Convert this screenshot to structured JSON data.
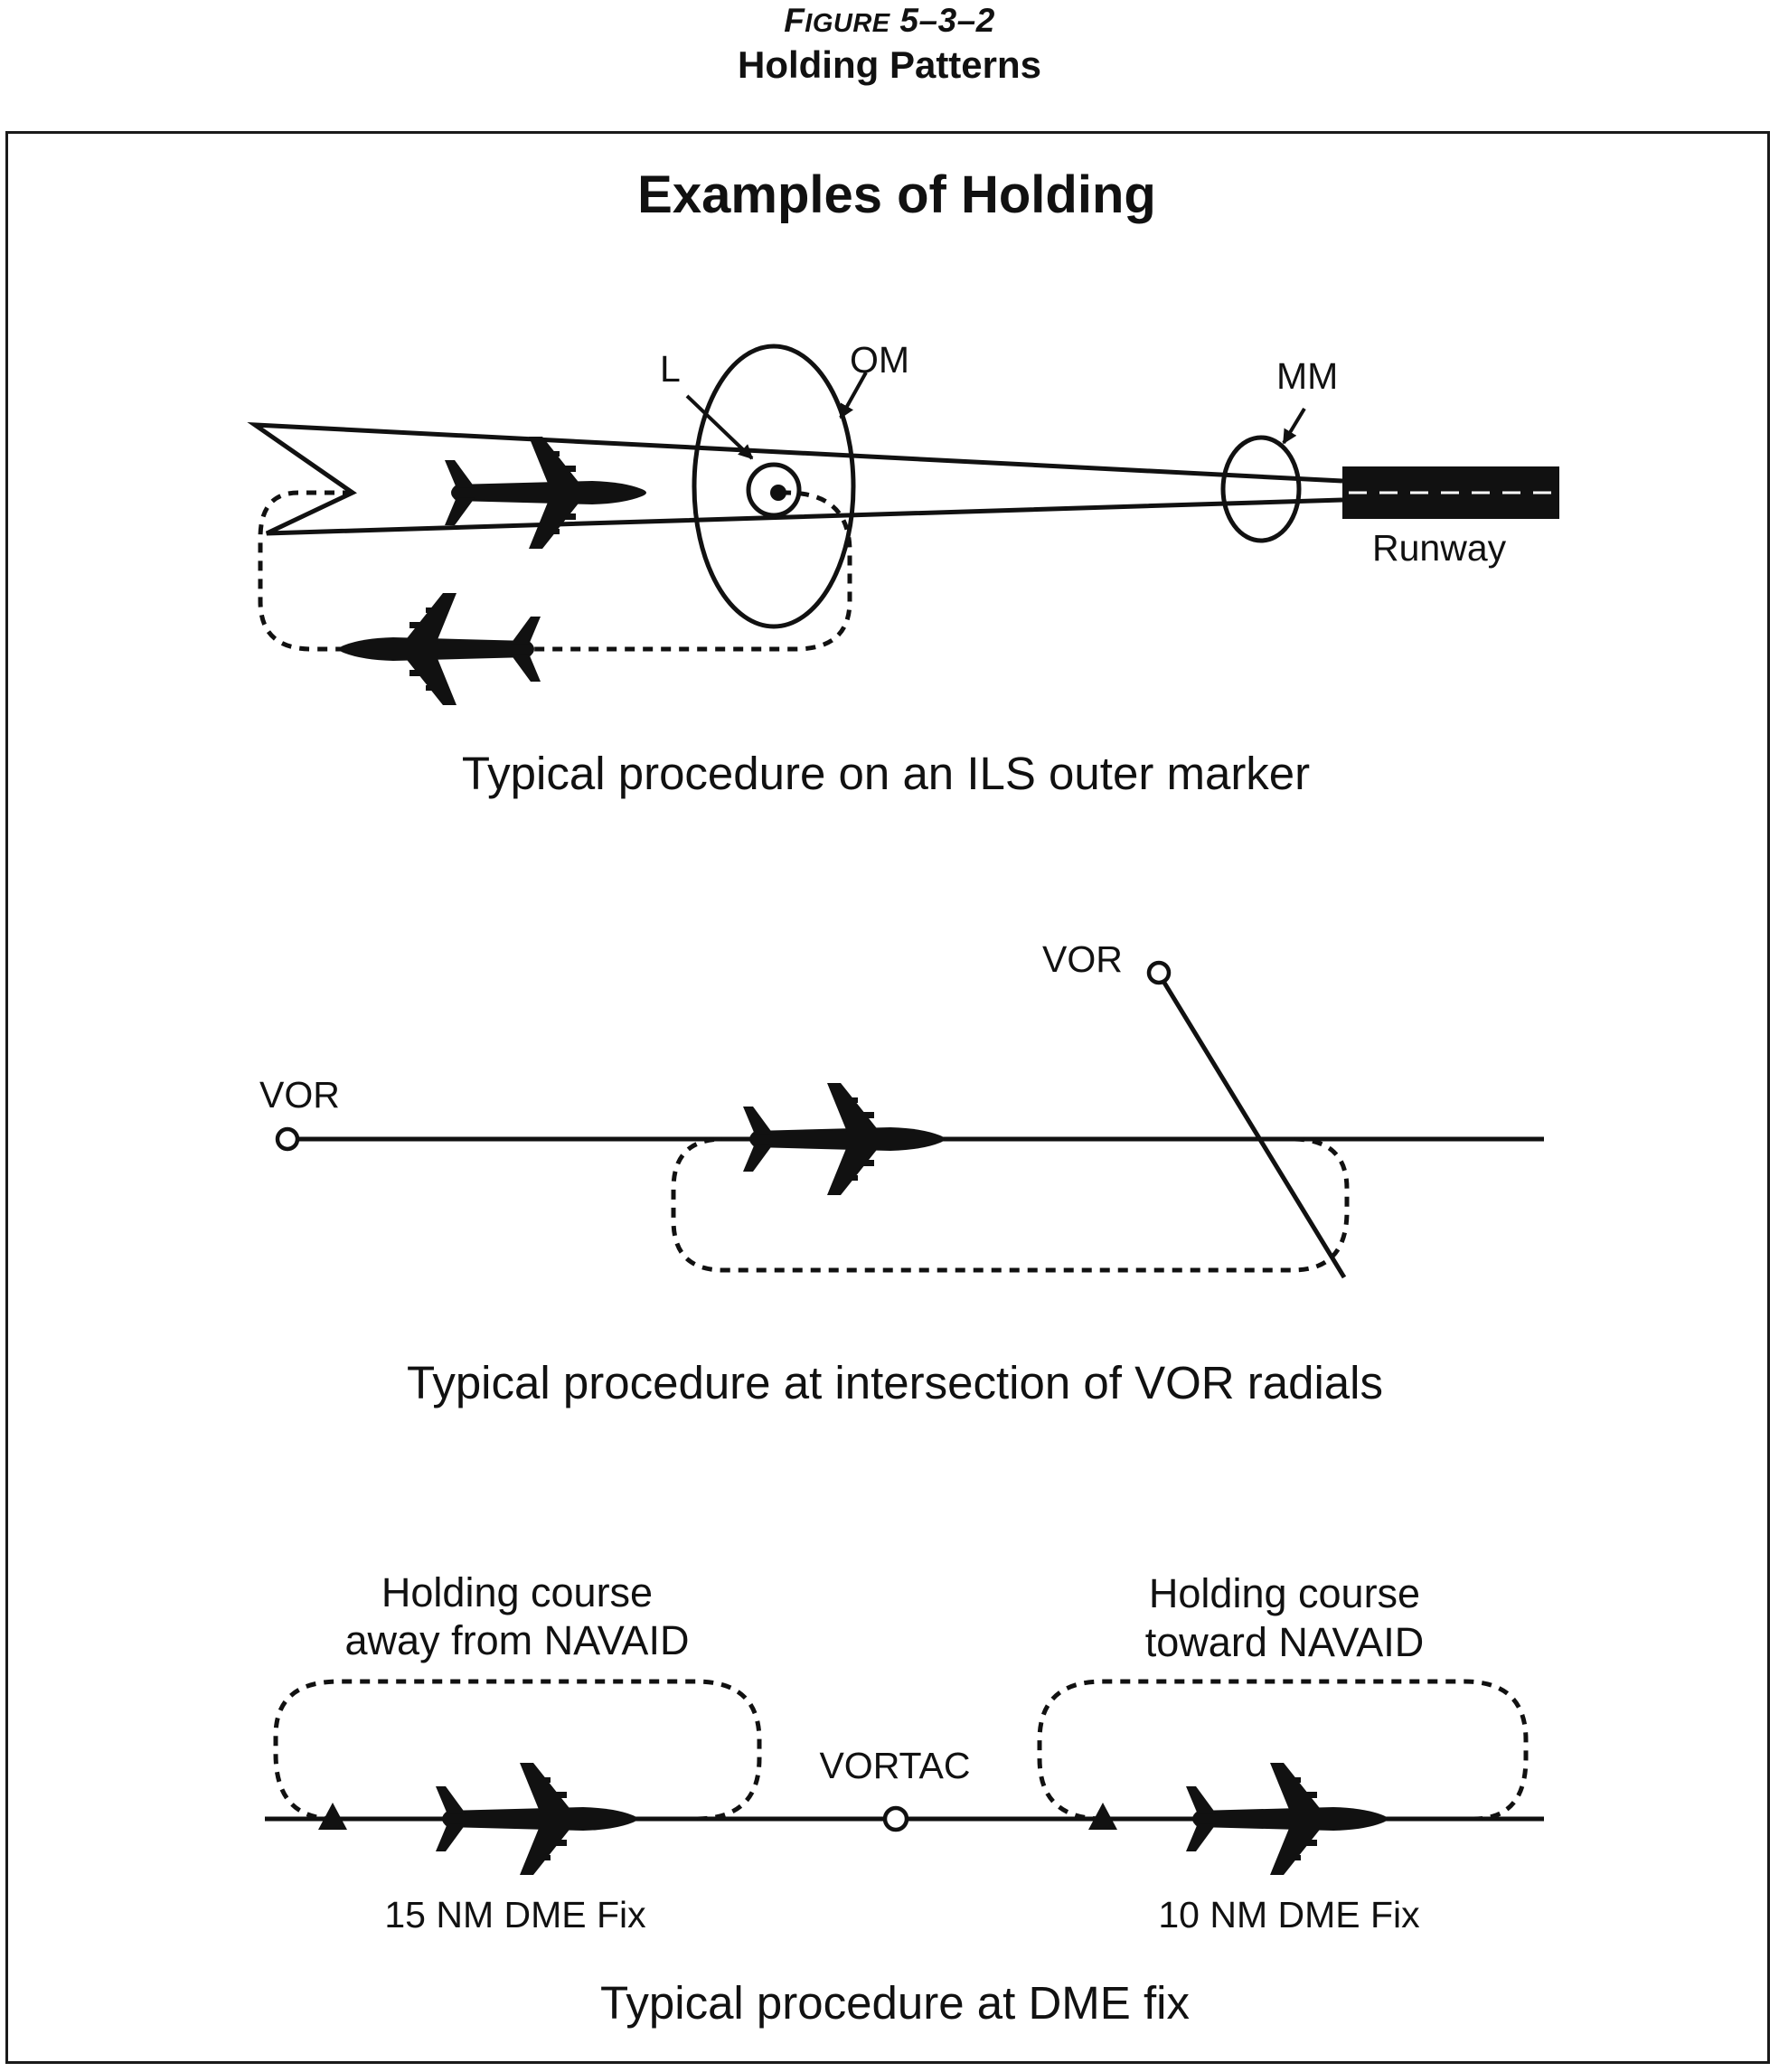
{
  "figure": {
    "number_prefix": "F",
    "number_smallcaps": "IGURE",
    "number_suffix": " 5–3–2",
    "title": "Holding Patterns"
  },
  "diagram": {
    "heading": "Examples of Holding",
    "ils": {
      "label_localizer": "L",
      "label_outer_marker": "OM",
      "label_middle_marker": "MM",
      "label_runway": "Runway",
      "caption": "Typical procedure on an ILS outer marker"
    },
    "vor": {
      "label_vor_left": "VOR",
      "label_vor_upper": "VOR",
      "caption": "Typical procedure at intersection of VOR radials"
    },
    "dme": {
      "label_away": [
        "Holding course",
        "away from NAVAID"
      ],
      "label_toward": [
        "Holding course",
        "toward NAVAID"
      ],
      "label_vortac": "VORTAC",
      "label_fix_15": "15 NM DME Fix",
      "label_fix_10": "10 NM DME Fix",
      "caption": "Typical procedure at DME fix"
    }
  },
  "colors": {
    "ink": "#111111",
    "background": "#ffffff"
  },
  "icons": [
    "airplane-icon",
    "vor-station-icon",
    "dme-fix-triangle-icon",
    "marker-beacon-ellipse"
  ]
}
